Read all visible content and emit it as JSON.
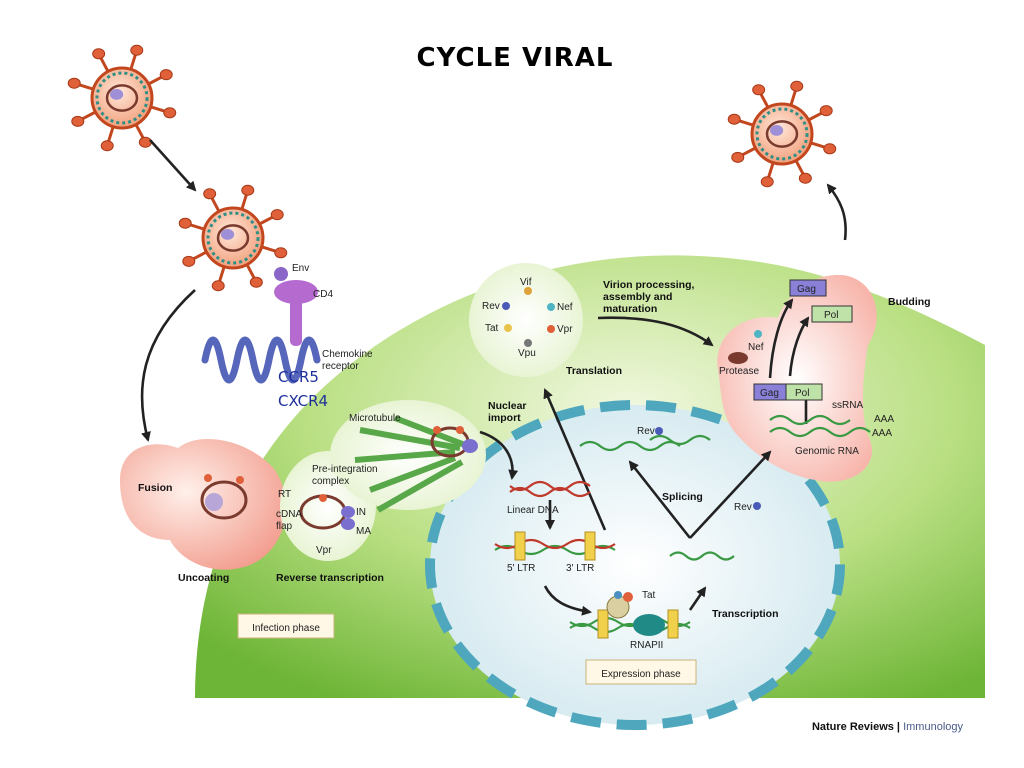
{
  "title": "CYCLE VIRAL",
  "receptors": {
    "ccr5": "CCR5",
    "cxcr4": "CXCR4"
  },
  "labels": {
    "env": "Env",
    "cd4": "CD4",
    "chemokine": [
      "Chemokine",
      "receptor"
    ],
    "fusion": "Fusion",
    "uncoating": "Uncoating",
    "reverse_transcription": "Reverse transcription",
    "microtubule": "Microtubule",
    "pic": [
      "Pre-integration",
      "complex"
    ],
    "rt": "RT",
    "cdna_flap": [
      "cDNA",
      "flap"
    ],
    "in": "IN",
    "ma": "MA",
    "vpr": "Vpr",
    "nuclear_import": [
      "Nuclear",
      "import"
    ],
    "linear_dna": "Linear DNA",
    "ltr5": "5' LTR",
    "ltr3": "3' LTR",
    "tat": "Tat",
    "rnapii": "RNAPII",
    "transcription": "Transcription",
    "splicing": "Splicing",
    "rev": "Rev",
    "translation": "Translation",
    "accessory": {
      "vif": "Vif",
      "rev": "Rev",
      "nef": "Nef",
      "tat": "Tat",
      "vpr": "Vpr",
      "vpu": "Vpu"
    },
    "virion_processing": [
      "Virion processing,",
      "assembly and",
      "maturation"
    ],
    "budding": "Budding",
    "gag": "Gag",
    "pol": "Pol",
    "nef": "Nef",
    "protease": "Protease",
    "ssrna": "ssRNA",
    "aaa": "AAA",
    "genomic_rna": "Genomic RNA",
    "infection_phase": "Infection phase",
    "expression_phase": "Expression phase"
  },
  "credit": {
    "journal_main": "Nature Reviews",
    "separator": " | ",
    "journal_sub": "Immunology"
  },
  "colors": {
    "cell": "#8fcf4a",
    "cell_light": "#e2f1c4",
    "nucleus": "#d6ecf0",
    "nucleus_border": "#5fb0c2",
    "virion": "#e0603a",
    "virion_core": "#b8a6d8",
    "arrow": "#222222",
    "receptor": "#5566bb",
    "pink_cyto": "#f4a8a0"
  }
}
